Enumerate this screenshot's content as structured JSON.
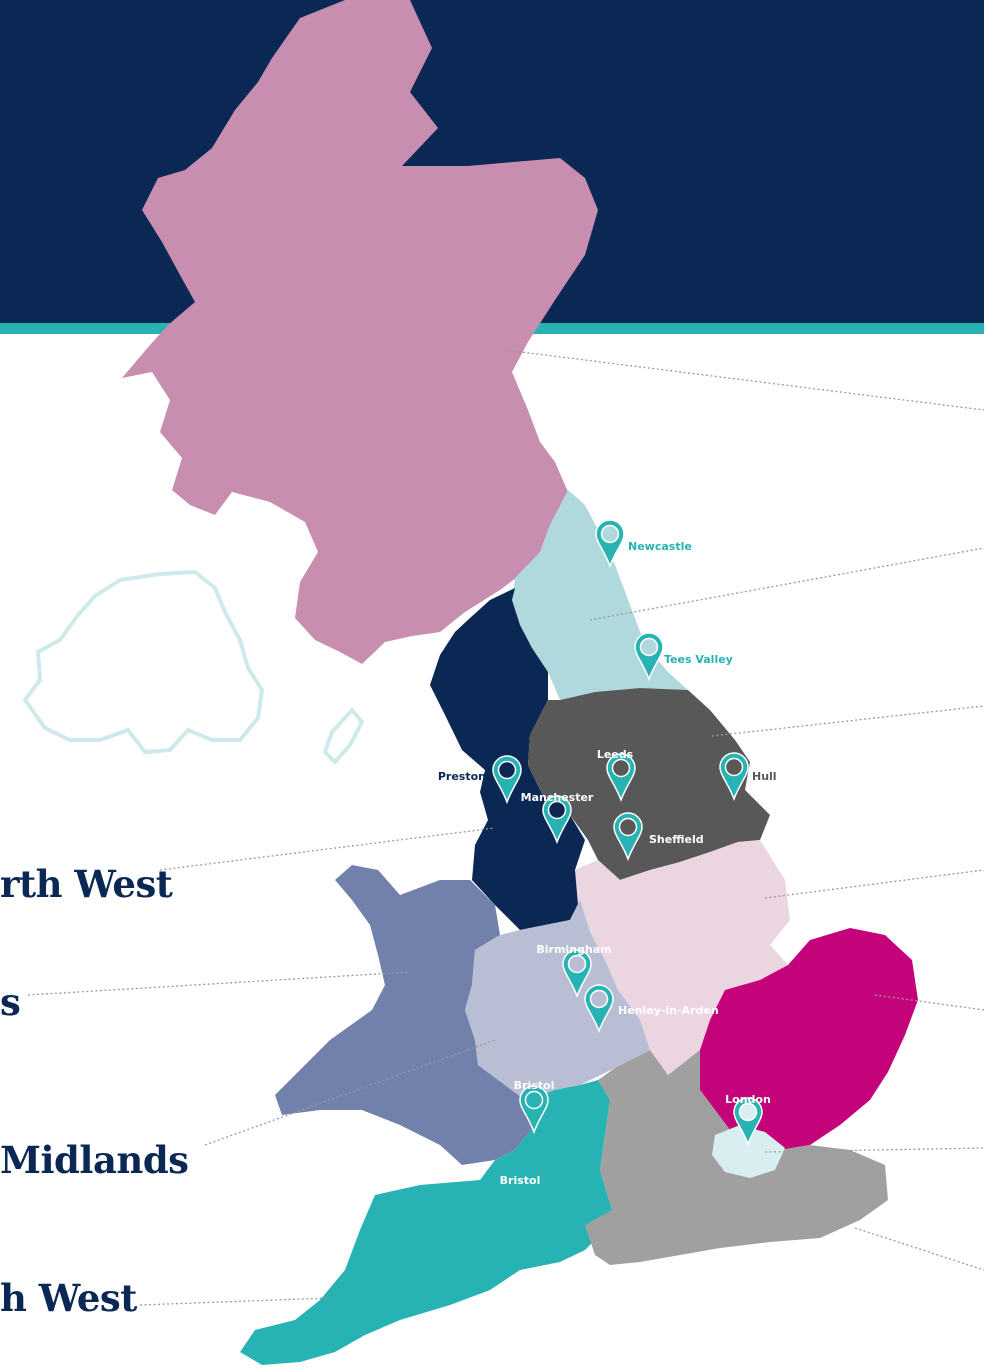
{
  "map": {
    "region_labels": [
      {
        "id": "north-west",
        "text": "rth West"
      },
      {
        "id": "wales",
        "text": "s"
      },
      {
        "id": "west-midlands",
        "text": "Midlands"
      },
      {
        "id": "south-west",
        "text": "h West"
      }
    ],
    "regions": [
      {
        "name": "Scotland",
        "color": "#c78eb0"
      },
      {
        "name": "North East",
        "color": "#afd9dc"
      },
      {
        "name": "North West",
        "color": "#0b2855"
      },
      {
        "name": "Yorkshire and the Humber",
        "color": "#585858"
      },
      {
        "name": "East Midlands",
        "color": "#ead5e1"
      },
      {
        "name": "Wales",
        "color": "#7181ab"
      },
      {
        "name": "West Midlands",
        "color": "#b9bed5"
      },
      {
        "name": "East of England",
        "color": "#c4037a"
      },
      {
        "name": "South West",
        "color": "#27b2b3"
      },
      {
        "name": "South East",
        "color": "#a0a0a0"
      },
      {
        "name": "London",
        "color": "#d8eef0"
      },
      {
        "name": "Northern Ireland",
        "color": "#cfe9eb"
      }
    ],
    "pins": [
      {
        "id": "newcastle",
        "label": "Newcastle"
      },
      {
        "id": "tees-valley",
        "label": "Tees Valley"
      },
      {
        "id": "leeds",
        "label": "Leeds"
      },
      {
        "id": "preston",
        "label": "Preston"
      },
      {
        "id": "manchester",
        "label": "Manchester"
      },
      {
        "id": "hull",
        "label": "Hull"
      },
      {
        "id": "sheffield",
        "label": "Sheffield"
      },
      {
        "id": "birmingham",
        "label": "Birmingham"
      },
      {
        "id": "henley-in-arden",
        "label": "Henley-in-Arden"
      },
      {
        "id": "bristol-pin",
        "label": "Bristol"
      },
      {
        "id": "london",
        "label": "London"
      }
    ],
    "area_labels": [
      {
        "id": "bristol-area",
        "label": "Bristol"
      }
    ],
    "colors": {
      "header": "#0b2855",
      "stripe": "#27b2b3",
      "pin": "#27b2b3",
      "leader": "#9a9a9a"
    }
  }
}
